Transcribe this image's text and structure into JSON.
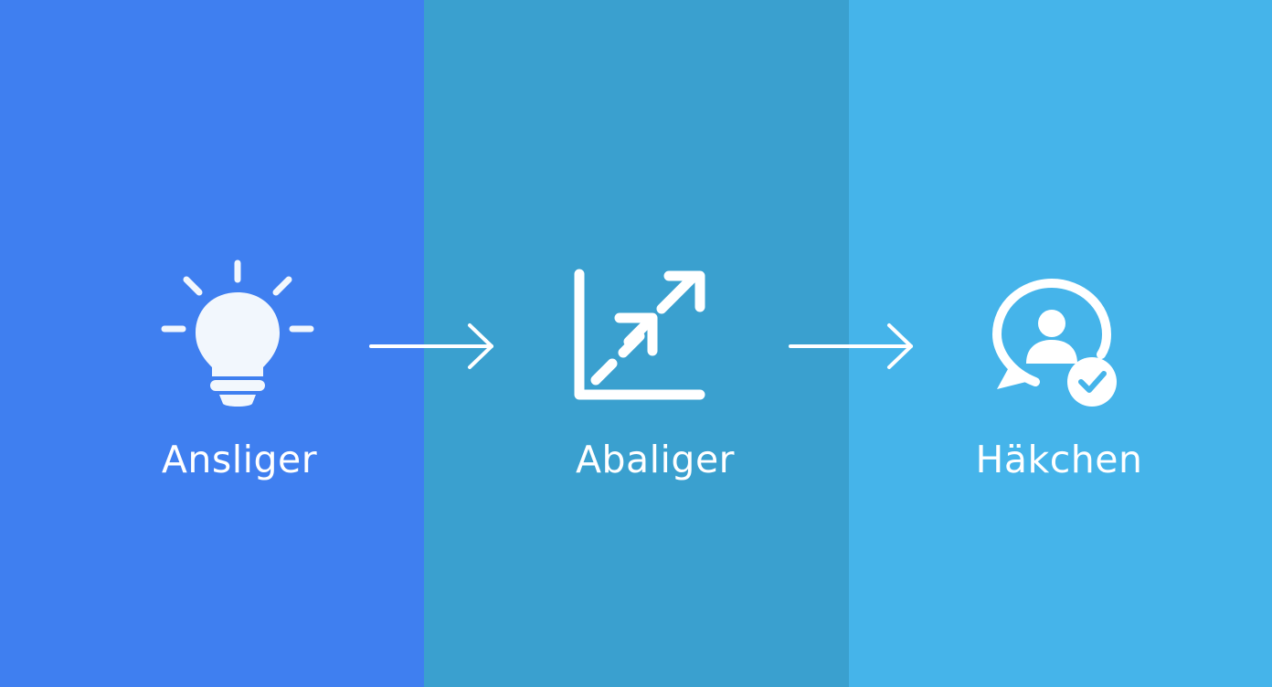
{
  "panels": [
    {
      "label": "Ansliger",
      "icon": "lightbulb-icon",
      "color": "#3f7ff0"
    },
    {
      "label": "Abaliger",
      "icon": "growth-chart-icon",
      "color": "#3aa0cf"
    },
    {
      "label": "Häkchen",
      "icon": "user-chat-check-icon",
      "color": "#45b4ea"
    }
  ],
  "arrows": [
    {
      "icon": "arrow-right-icon",
      "color": "#ffffff"
    },
    {
      "icon": "arrow-right-icon",
      "color": "#ffffff"
    }
  ],
  "icon_color": "#ffffff"
}
